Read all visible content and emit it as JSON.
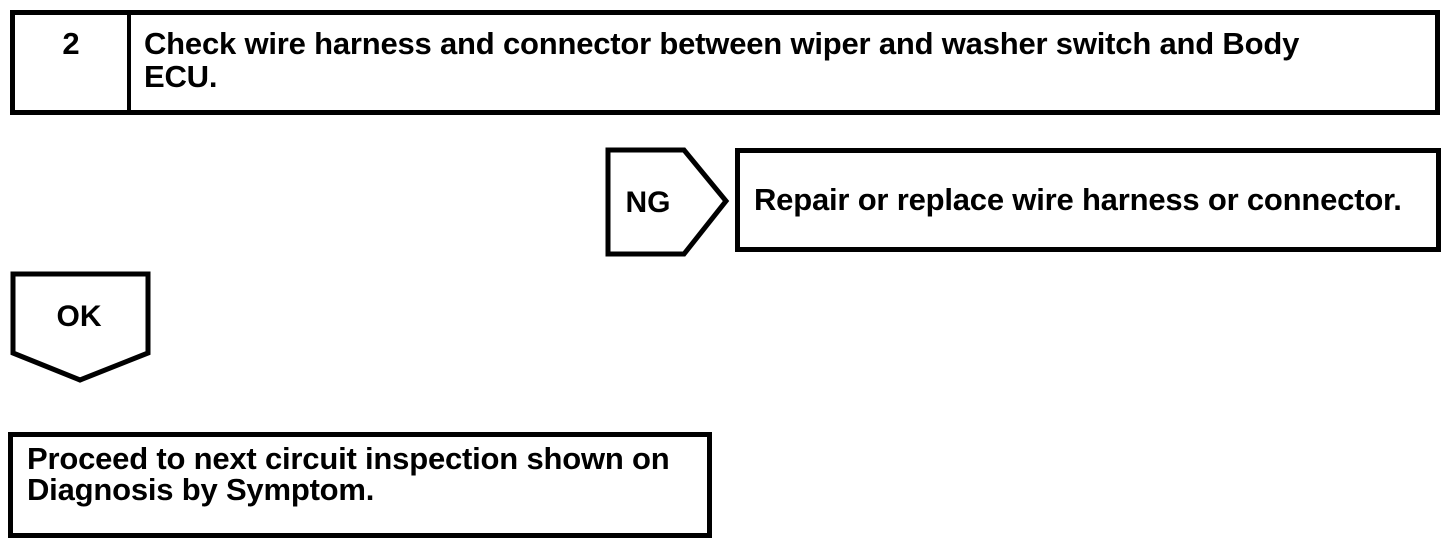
{
  "colors": {
    "ink": "#000000",
    "background": "#ffffff"
  },
  "step": {
    "number": "2",
    "instruction": "Check wire harness and connector between wiper and washer switch and Body ECU."
  },
  "ng_branch": {
    "label": "NG",
    "action": "Repair or replace wire harness or connector."
  },
  "ok_branch": {
    "label": "OK",
    "action": "Proceed to next circuit inspection shown on Diagnosis by Symptom."
  }
}
